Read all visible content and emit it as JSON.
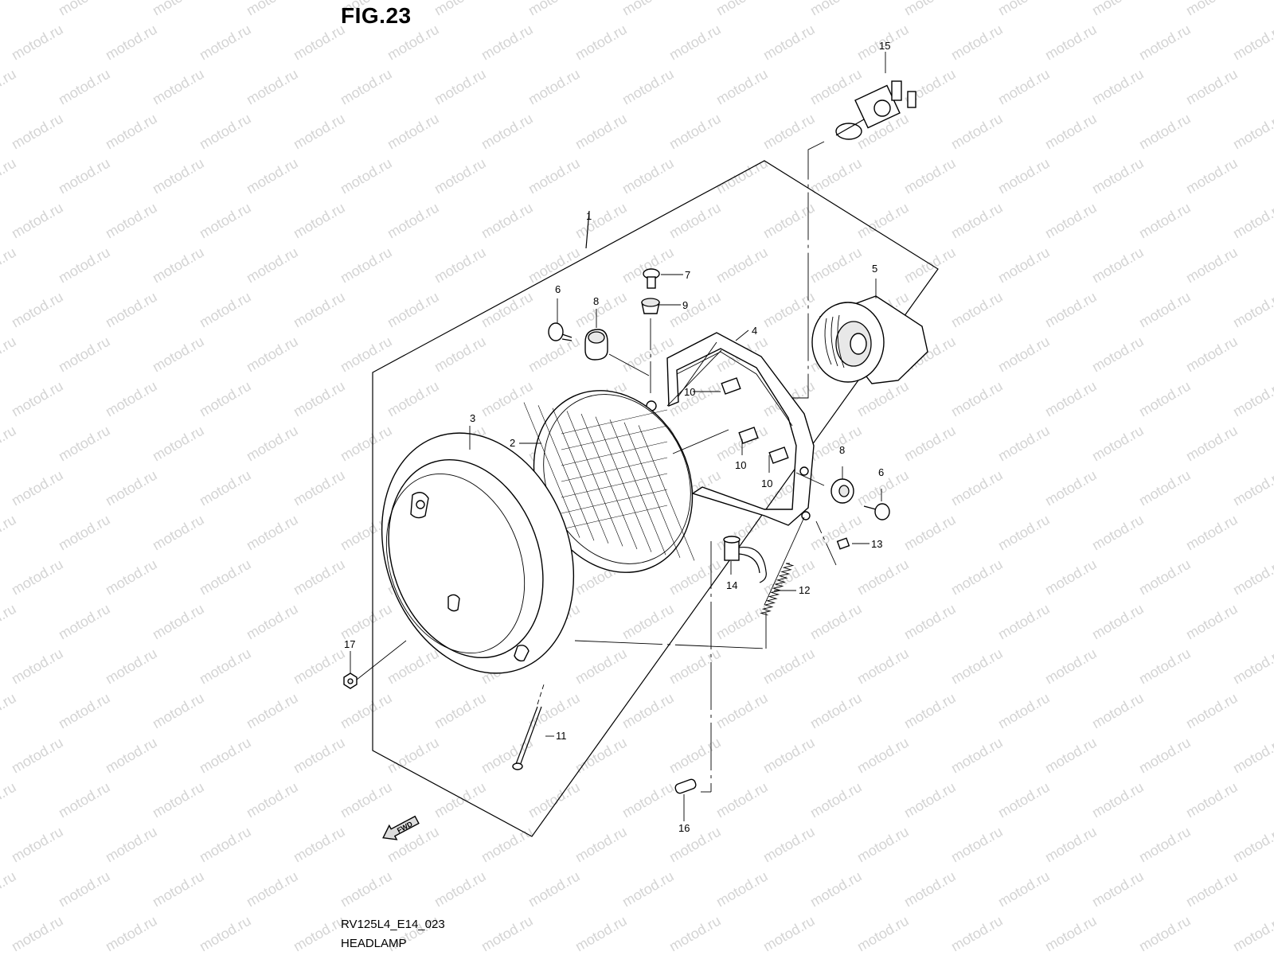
{
  "figure": {
    "title": "FIG.23",
    "drawing_code": "RV125L4_E14_023",
    "name": "HEADLAMP",
    "watermark": "motod.ru",
    "fwd_label": "FWD"
  },
  "callouts": [
    {
      "id": "1"
    },
    {
      "id": "2"
    },
    {
      "id": "3"
    },
    {
      "id": "4"
    },
    {
      "id": "5"
    },
    {
      "id": "6"
    },
    {
      "id": "6"
    },
    {
      "id": "7"
    },
    {
      "id": "8"
    },
    {
      "id": "8"
    },
    {
      "id": "9"
    },
    {
      "id": "10"
    },
    {
      "id": "10"
    },
    {
      "id": "10"
    },
    {
      "id": "11"
    },
    {
      "id": "12"
    },
    {
      "id": "13"
    },
    {
      "id": "14"
    },
    {
      "id": "15"
    },
    {
      "id": "16"
    },
    {
      "id": "17"
    }
  ]
}
